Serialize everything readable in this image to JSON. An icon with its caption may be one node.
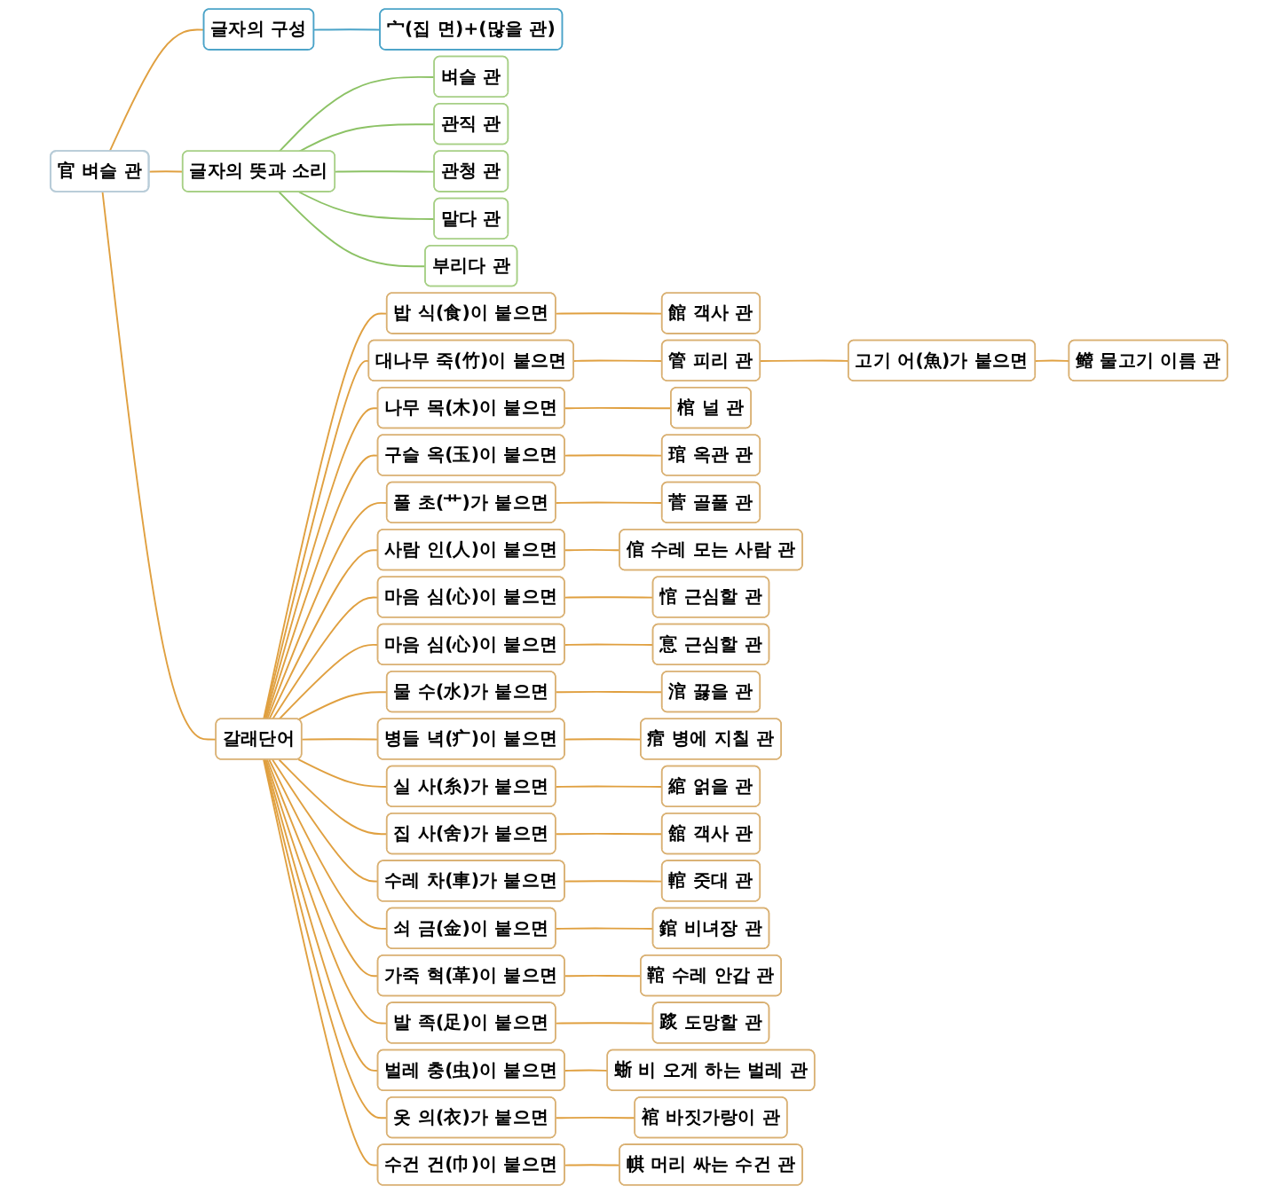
{
  "diagram": {
    "nodes": [
      {
        "text": [
          "官 벼슬 관"
        ]
      },
      {
        "text": [
          "글자의 구성"
        ]
      },
      {
        "text": [
          "宀(집 면)+(많을 관)"
        ]
      },
      {
        "text": [
          "글자의 뜻과 소리"
        ]
      },
      {
        "text": [
          "벼슬 관"
        ]
      },
      {
        "text": [
          "관직 관"
        ]
      },
      {
        "text": [
          "관청 관"
        ]
      },
      {
        "text": [
          "맡다 관"
        ]
      },
      {
        "text": [
          "부리다 관"
        ]
      },
      {
        "text": [
          "갈래단어"
        ]
      },
      {
        "text": [
          "밥 식(食)이 붙으면"
        ]
      },
      {
        "text": [
          "館 객사 관"
        ]
      },
      {
        "text": [
          "대나무 죽(竹)이 붙으면"
        ]
      },
      {
        "text": [
          "管 피리 관"
        ]
      },
      {
        "text": [
          "고기 어(魚)가 붙으면"
        ]
      },
      {
        "text": [
          "鳤 물고기 이름 관"
        ]
      },
      {
        "text": [
          "나무 목(木)이 붙으면"
        ]
      },
      {
        "text": [
          "棺 널 관"
        ]
      },
      {
        "text": [
          "구슬 옥(玉)이 붙으면"
        ]
      },
      {
        "text": [
          "琯 옥관 관"
        ]
      },
      {
        "text": [
          "풀 초(艹)가 붙으면"
        ]
      },
      {
        "text": [
          "菅 골풀 관"
        ]
      },
      {
        "text": [
          "사람 인(人)이 붙으면"
        ]
      },
      {
        "text": [
          "倌 수레 모는 사람 관"
        ]
      },
      {
        "text": [
          "마음 심(心)이 붙으면"
        ]
      },
      {
        "text": [
          "悺 근심할 관"
        ]
      },
      {
        "text": [
          "마음 심(心)이 붙으면"
        ]
      },
      {
        "text": [
          "悹 근심할 관"
        ]
      },
      {
        "text": [
          "물 수(水)가 붙으면"
        ]
      },
      {
        "text": [
          "涫 끓을 관"
        ]
      },
      {
        "text": [
          "병들 녁(疒)이 붙으면"
        ]
      },
      {
        "text": [
          "痯 병에 지칠 관"
        ]
      },
      {
        "text": [
          "실 사(糸)가 붙으면"
        ]
      },
      {
        "text": [
          "綰 얽을 관"
        ]
      },
      {
        "text": [
          "집 사(舍)가 붙으면"
        ]
      },
      {
        "text": [
          "舘 객사 관"
        ]
      },
      {
        "text": [
          "수레 차(車)가 붙으면"
        ]
      },
      {
        "text": [
          "輨 줏대 관"
        ]
      },
      {
        "text": [
          "쇠 금(金)이 붙으면"
        ]
      },
      {
        "text": [
          "錧 비녀장 관"
        ]
      },
      {
        "text": [
          "가죽 혁(革)이 붙으면"
        ]
      },
      {
        "text": [
          "䩪 수레 안갑 관"
        ]
      },
      {
        "text": [
          "발 족(足)이 붙으면"
        ]
      },
      {
        "text": [
          "𨂂 도망할 관"
        ]
      },
      {
        "text": [
          "벌레 충(虫)이 붙으면"
        ]
      },
      {
        "text": [
          "𧋍 비 오게 하는 벌레 관"
        ]
      },
      {
        "text": [
          "옷 의(衣)가 붙으면"
        ]
      },
      {
        "text": [
          "䘾 바짓가랑이 관"
        ]
      },
      {
        "text": [
          "수건 건(巾)이 붙으면"
        ]
      },
      {
        "text": [
          "帺 머리 싸는 수건 관"
        ]
      }
    ],
    "edges": [
      {
        "from": 0,
        "to": 1,
        "arrow": "none"
      },
      {
        "from": 1,
        "to": 2,
        "arrow": "none",
        "color": "#4aa3c8"
      },
      {
        "from": 0,
        "to": 3,
        "arrow": "none"
      },
      {
        "from": 3,
        "to": 4,
        "arrow": "none",
        "color": "#8cc265"
      },
      {
        "from": 3,
        "to": 5,
        "arrow": "none",
        "color": "#8cc265"
      },
      {
        "from": 3,
        "to": 6,
        "arrow": "none",
        "color": "#8cc265"
      },
      {
        "from": 3,
        "to": 7,
        "arrow": "none",
        "color": "#8cc265"
      },
      {
        "from": 3,
        "to": 8,
        "arrow": "none",
        "color": "#8cc265"
      },
      {
        "from": 0,
        "to": 9,
        "arrow": "none"
      },
      {
        "from": 9,
        "to": 10,
        "arrow": "none"
      },
      {
        "from": 10,
        "to": 11,
        "arrow": "none"
      },
      {
        "from": 9,
        "to": 12,
        "arrow": "none"
      },
      {
        "from": 12,
        "to": 13,
        "arrow": "none"
      },
      {
        "from": 13,
        "to": 14,
        "arrow": "none"
      },
      {
        "from": 14,
        "to": 15,
        "arrow": "none"
      },
      {
        "from": 9,
        "to": 16,
        "arrow": "none"
      },
      {
        "from": 16,
        "to": 17,
        "arrow": "none"
      },
      {
        "from": 9,
        "to": 18,
        "arrow": "none"
      },
      {
        "from": 18,
        "to": 19,
        "arrow": "none"
      },
      {
        "from": 9,
        "to": 20,
        "arrow": "none"
      },
      {
        "from": 20,
        "to": 21,
        "arrow": "none"
      },
      {
        "from": 9,
        "to": 22,
        "arrow": "none"
      },
      {
        "from": 22,
        "to": 23,
        "arrow": "none"
      },
      {
        "from": 9,
        "to": 24,
        "arrow": "none"
      },
      {
        "from": 24,
        "to": 25,
        "arrow": "none"
      },
      {
        "from": 9,
        "to": 26,
        "arrow": "none"
      },
      {
        "from": 26,
        "to": 27,
        "arrow": "none"
      },
      {
        "from": 9,
        "to": 28,
        "arrow": "none"
      },
      {
        "from": 28,
        "to": 29,
        "arrow": "none"
      },
      {
        "from": 9,
        "to": 30,
        "arrow": "none"
      },
      {
        "from": 30,
        "to": 31,
        "arrow": "none"
      },
      {
        "from": 9,
        "to": 32,
        "arrow": "none"
      },
      {
        "from": 32,
        "to": 33,
        "arrow": "none"
      },
      {
        "from": 9,
        "to": 34,
        "arrow": "none"
      },
      {
        "from": 34,
        "to": 35,
        "arrow": "none"
      },
      {
        "from": 9,
        "to": 36,
        "arrow": "none"
      },
      {
        "from": 36,
        "to": 37,
        "arrow": "none"
      },
      {
        "from": 9,
        "to": 38,
        "arrow": "none"
      },
      {
        "from": 38,
        "to": 39,
        "arrow": "none"
      },
      {
        "from": 9,
        "to": 40,
        "arrow": "none"
      },
      {
        "from": 40,
        "to": 41,
        "arrow": "none"
      },
      {
        "from": 9,
        "to": 42,
        "arrow": "none"
      },
      {
        "from": 42,
        "to": 43,
        "arrow": "none"
      },
      {
        "from": 9,
        "to": 44,
        "arrow": "none"
      },
      {
        "from": 44,
        "to": 45,
        "arrow": "none"
      },
      {
        "from": 9,
        "to": 46,
        "arrow": "none"
      },
      {
        "from": 46,
        "to": 47,
        "arrow": "none"
      },
      {
        "from": 9,
        "to": 48,
        "arrow": "none"
      },
      {
        "from": 48,
        "to": 49,
        "arrow": "none"
      }
    ]
  }
}
